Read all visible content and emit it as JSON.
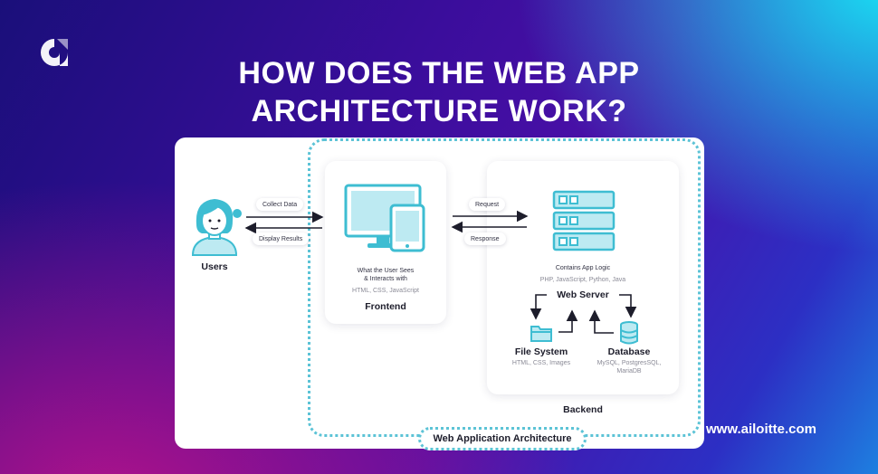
{
  "title": {
    "line1": "HOW DOES THE WEB APP",
    "line2": "ARCHITECTURE WORK?"
  },
  "colors": {
    "accent": "#3ebdd2",
    "accent_light": "#bdeaf2",
    "border_dotted": "#5cc3d6",
    "text_dark": "#1d1d2b"
  },
  "users": {
    "label": "Users",
    "icon": "user-avatar-icon"
  },
  "arrows_user_frontend": {
    "collect": "Collect Data",
    "display": "Display Results"
  },
  "frontend": {
    "icon": "monitor-tablet-icon",
    "desc_line1": "What the User Sees",
    "desc_line2": "& Interacts with",
    "tech": "HTML, CSS, JavaScript",
    "label": "Frontend"
  },
  "arrows_frontend_backend": {
    "request": "Request",
    "response": "Response"
  },
  "backend": {
    "icon": "server-rack-icon",
    "desc": "Contains App Logic",
    "tech": "PHP, JavaScript, Python, Java",
    "web_server": "Web Server",
    "file_system": {
      "label": "File System",
      "tech": "HTML, CSS, Images",
      "icon": "folder-icon"
    },
    "database": {
      "label": "Database",
      "tech_line1": "MySQL, PostgresSQL,",
      "tech_line2": "MariaDB",
      "icon": "database-icon"
    },
    "label": "Backend"
  },
  "container_label": "Web Application Architecture",
  "website": "www.ailoitte.com",
  "logo_icon": "ailoitte-logo-icon"
}
